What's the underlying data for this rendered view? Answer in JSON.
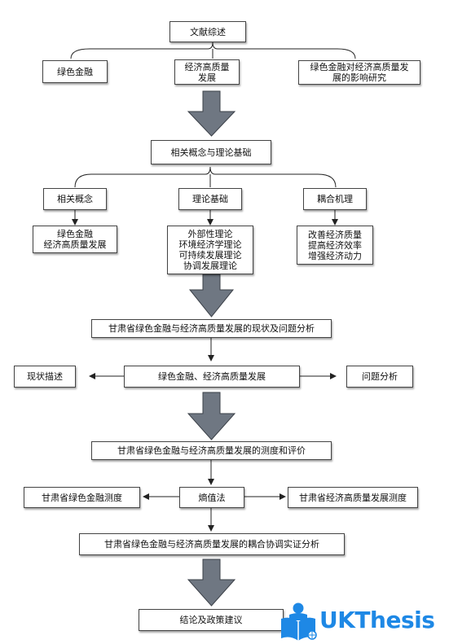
{
  "nodes": {
    "lit_review": "文献综述",
    "green_finance": "绿色金融",
    "high_quality": [
      "经济高质量",
      "发展"
    ],
    "impact_study": [
      "绿色金融对经济高质量发",
      "展的影响研究"
    ],
    "concepts_theory": "相关概念与理论基础",
    "related_concepts": "相关概念",
    "theory_basis": "理论基础",
    "coupling_mech": "耦合机理",
    "concepts_list": [
      "绿色金融",
      "经济高质量发展"
    ],
    "theory_list": [
      "外部性理论",
      "环境经济学理论",
      "可持续发展理论",
      "协调发展理论"
    ],
    "mech_list": [
      "改善经济质量",
      "提高经济效率",
      "增强经济动力"
    ],
    "status_analysis": "甘肃省绿色金融与经济高质量发展的现状及问题分析",
    "status_desc": "现状描述",
    "gf_hq": "绿色金融、经济高质量发展",
    "problem_analysis": "问题分析",
    "measure_eval": "甘肃省绿色金融与经济高质量发展的测度和评价",
    "gf_measure": "甘肃省绿色金融测度",
    "entropy": "熵值法",
    "hq_measure": "甘肃省经济高质量发展测度",
    "coupling_analysis": "甘肃省绿色金融与经济高质量发展的耦合协调实证分析",
    "conclusion": "结论及政策建议"
  },
  "logo": {
    "text": "UKThesis",
    "icon": "reader-book-icon",
    "color": "#1e88e5"
  },
  "colors": {
    "arrow_fill": "#6f7782",
    "arrow_stroke": "#3b4048",
    "line": "#222222"
  }
}
